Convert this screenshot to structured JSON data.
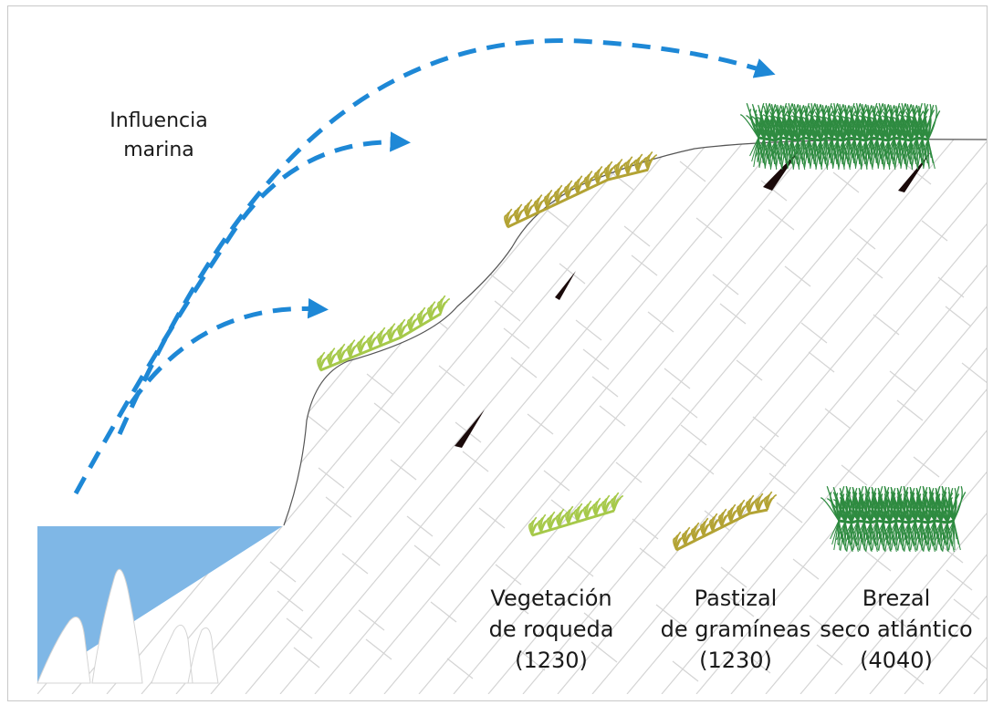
{
  "influence_label": {
    "line1": "Influencia",
    "line2": "marina"
  },
  "legend": [
    {
      "line1": "Vegetación",
      "line2": "de roqueda",
      "code": "(1230)",
      "color": "#a6c94a",
      "icon": "rock-vegetation-icon"
    },
    {
      "line1": "Pastizal",
      "line2": "de gramíneas",
      "code": "(1230)",
      "color": "#b3a334",
      "icon": "grassland-icon"
    },
    {
      "line1": "Brezal",
      "line2": "seco atlántico",
      "code": "(4040)",
      "color": "#2e8b40",
      "icon": "dry-heath-icon"
    }
  ],
  "colors": {
    "sea": "#7fb7e6",
    "arrow": "#1e88d6",
    "rock_lines": "#d0d0d0",
    "cliff_outline": "#555555",
    "crevice": "#1a0a0a"
  }
}
